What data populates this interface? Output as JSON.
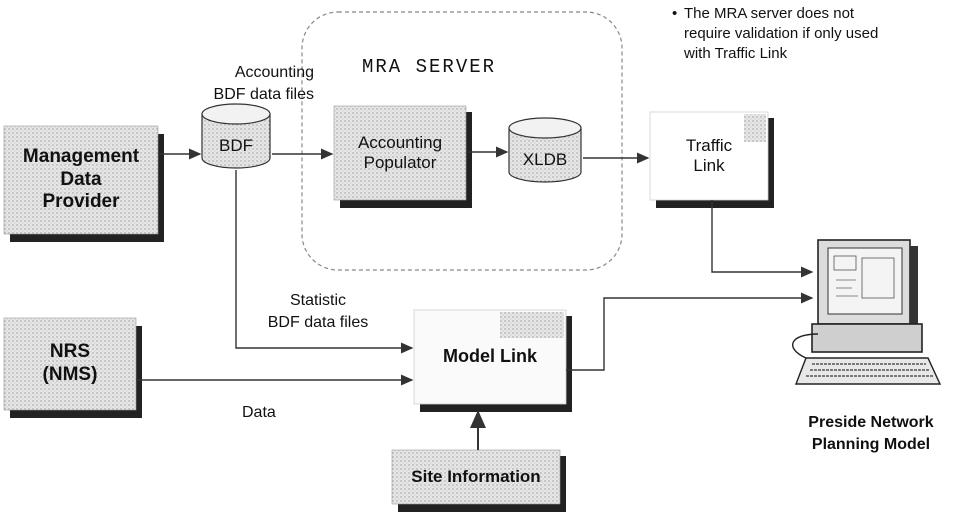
{
  "note": {
    "bullet": "•",
    "text": "The MRA server does not\nrequire validation if only used\nwith Traffic Link"
  },
  "mra_server": {
    "title": "MRA SERVER"
  },
  "labels": {
    "accounting_files": "Accounting\nBDF data files",
    "statistic_files": "Statistic\nBDF data files",
    "data": "Data"
  },
  "nodes": {
    "management_data_provider": "Management\nData\nProvider",
    "bdf": "BDF",
    "accounting_populator": "Accounting\nPopulator",
    "xldb": "XLDB",
    "traffic_link": "Traffic\nLink",
    "nrs_nms": "NRS\n(NMS)",
    "model_link": "Model Link",
    "site_information": "Site Information"
  },
  "workstation": {
    "caption": "Preside Network\nPlanning Model"
  }
}
